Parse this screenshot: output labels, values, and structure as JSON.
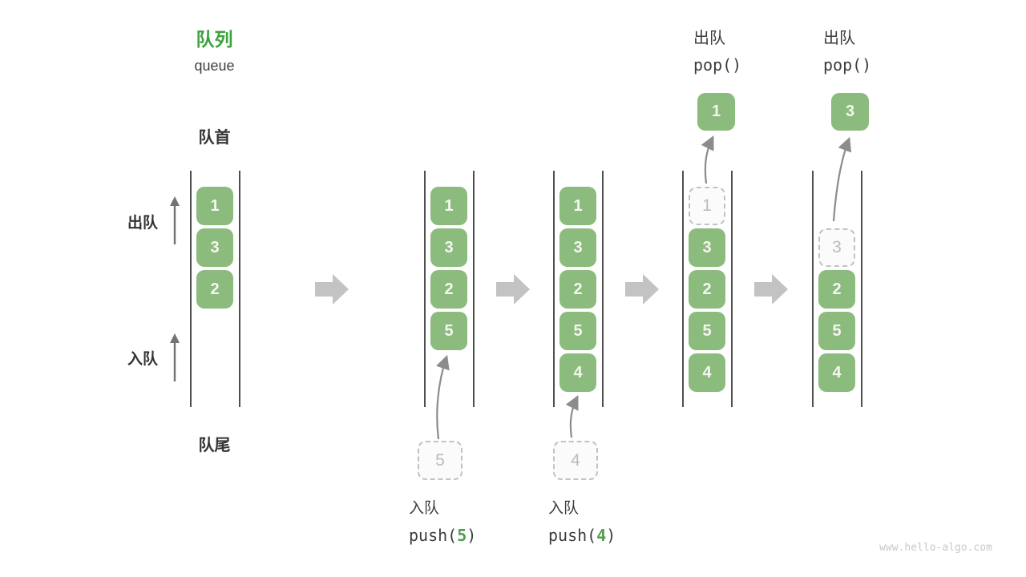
{
  "header": {
    "title_zh": "队列",
    "title_en": "queue"
  },
  "labels": {
    "front": "队首",
    "rear": "队尾",
    "dequeue_side": "出队",
    "enqueue_side": "入队"
  },
  "colors": {
    "accent_green_title": "#3ca23c",
    "box_green": "#8cbb7e",
    "box_text": "#f6f6f1",
    "code_arg_green": "#4f9e4f",
    "dashed_gray": "#c2c2c2",
    "wall_gray": "#4f4f4f",
    "arrow_gray": "#8c8c8c",
    "block_arrow_gray": "#c3c3c3",
    "watermark_gray": "#c8c8c8"
  },
  "icons": {
    "transition_arrow": "right-block-arrow",
    "direction_arrow": "up-arrow",
    "push_pop_arrow": "curved-up-arrow"
  },
  "states": [
    {
      "name": "state-1",
      "slots": [
        {
          "value": "1",
          "style": "solid"
        },
        {
          "value": "3",
          "style": "solid"
        },
        {
          "value": "2",
          "style": "solid"
        }
      ]
    },
    {
      "name": "state-2",
      "slots": [
        {
          "value": "1",
          "style": "solid"
        },
        {
          "value": "3",
          "style": "solid"
        },
        {
          "value": "2",
          "style": "solid"
        },
        {
          "value": "5",
          "style": "solid"
        }
      ],
      "staging": {
        "value": "5"
      },
      "caption": {
        "op": "入队",
        "code_pre": "push(",
        "code_arg": "5",
        "code_post": ")"
      }
    },
    {
      "name": "state-3",
      "slots": [
        {
          "value": "1",
          "style": "solid"
        },
        {
          "value": "3",
          "style": "solid"
        },
        {
          "value": "2",
          "style": "solid"
        },
        {
          "value": "5",
          "style": "solid"
        },
        {
          "value": "4",
          "style": "solid"
        }
      ],
      "staging": {
        "value": "4"
      },
      "caption": {
        "op": "入队",
        "code_pre": "push(",
        "code_arg": "4",
        "code_post": ")"
      }
    },
    {
      "name": "state-4",
      "slots": [
        {
          "value": "1",
          "style": "dashed"
        },
        {
          "value": "3",
          "style": "solid"
        },
        {
          "value": "2",
          "style": "solid"
        },
        {
          "value": "5",
          "style": "solid"
        },
        {
          "value": "4",
          "style": "solid"
        }
      ],
      "popped": {
        "value": "1"
      },
      "caption": {
        "op": "出队",
        "code": "pop()"
      }
    },
    {
      "name": "state-5",
      "slots": [
        {
          "style": "empty"
        },
        {
          "value": "3",
          "style": "dashed"
        },
        {
          "value": "2",
          "style": "solid"
        },
        {
          "value": "5",
          "style": "solid"
        },
        {
          "value": "4",
          "style": "solid"
        }
      ],
      "popped": {
        "value": "3"
      },
      "caption": {
        "op": "出队",
        "code": "pop()"
      }
    }
  ],
  "watermark": "www.hello-algo.com"
}
